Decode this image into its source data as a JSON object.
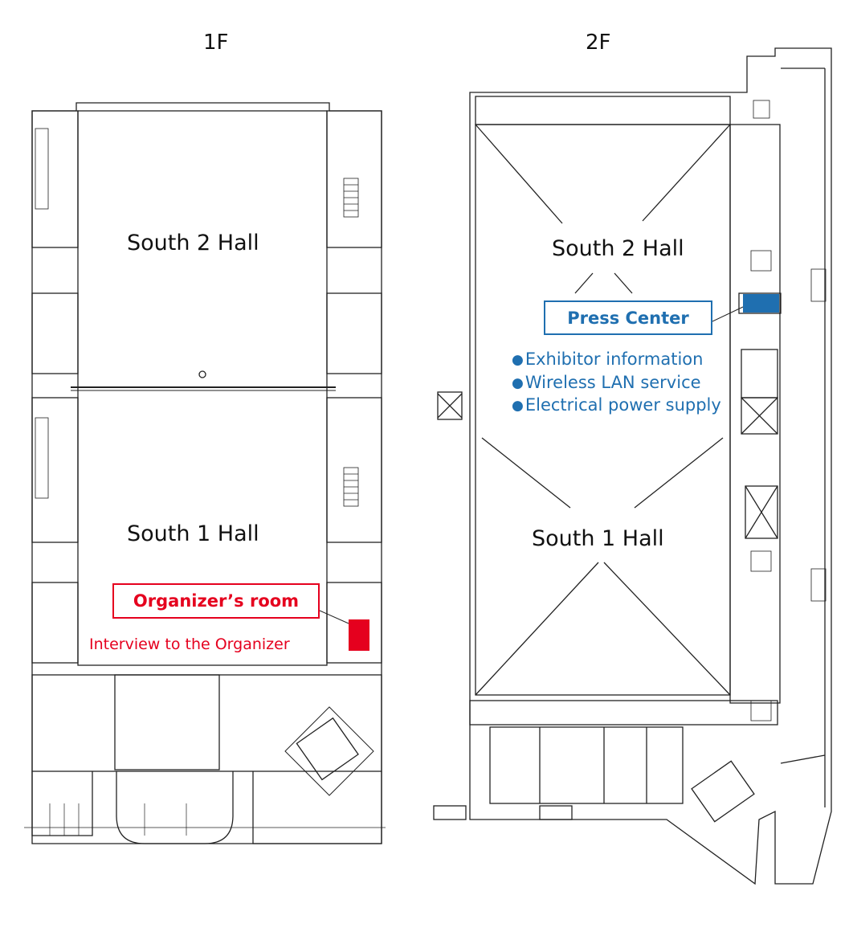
{
  "floors": [
    {
      "title": "1F",
      "halls": [
        "South 2 Hall",
        "South 1 Hall"
      ]
    },
    {
      "title": "2F",
      "halls": [
        "South 2 Hall",
        "South 1 Hall"
      ]
    }
  ],
  "organizer": {
    "label": "Organizer’s room",
    "note": "Interview to the Organizer",
    "color": "#e5001e"
  },
  "press": {
    "label": "Press Center",
    "services": [
      "Exhibitor information",
      "Wireless LAN service",
      "Electrical power supply"
    ],
    "bullet": "●",
    "color": "#1f6fb0"
  },
  "line_color": "#222222"
}
